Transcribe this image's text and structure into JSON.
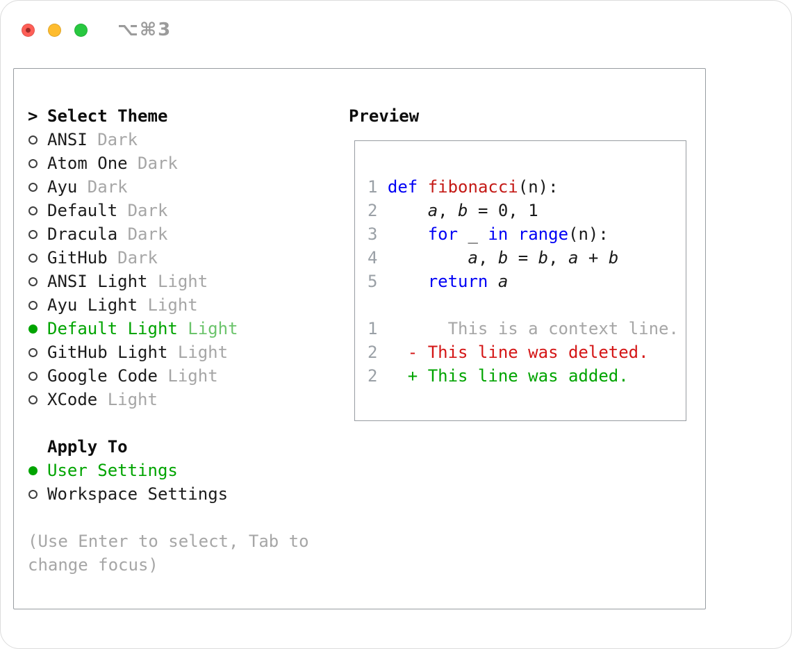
{
  "titlebar": {
    "shortcut": "⌥⌘3"
  },
  "theme_panel": {
    "header_prefix": ">",
    "header": "Select Theme",
    "themes": [
      {
        "name": "ANSI",
        "variant": "Dark",
        "selected": false
      },
      {
        "name": "Atom One",
        "variant": "Dark",
        "selected": false
      },
      {
        "name": "Ayu",
        "variant": "Dark",
        "selected": false
      },
      {
        "name": "Default",
        "variant": "Dark",
        "selected": false
      },
      {
        "name": "Dracula",
        "variant": "Dark",
        "selected": false
      },
      {
        "name": "GitHub",
        "variant": "Dark",
        "selected": false
      },
      {
        "name": "ANSI Light",
        "variant": "Light",
        "selected": false
      },
      {
        "name": "Ayu Light",
        "variant": "Light",
        "selected": false
      },
      {
        "name": "Default Light",
        "variant": "Light",
        "selected": true
      },
      {
        "name": "GitHub Light",
        "variant": "Light",
        "selected": false
      },
      {
        "name": "Google Code",
        "variant": "Light",
        "selected": false
      },
      {
        "name": "XCode",
        "variant": "Light",
        "selected": false
      }
    ],
    "apply_to_header": "Apply To",
    "apply_to_options": [
      {
        "label": "User Settings",
        "selected": true
      },
      {
        "label": "Workspace Settings",
        "selected": false
      }
    ],
    "hint": "(Use Enter to select, Tab to change focus)"
  },
  "preview": {
    "header": "Preview",
    "lines": [
      {
        "num": "1",
        "segments": [
          {
            "text": "def",
            "style": "keyword"
          },
          {
            "text": " ",
            "style": ""
          },
          {
            "text": "fibonacci",
            "style": "function"
          },
          {
            "text": "(n):",
            "style": ""
          }
        ]
      },
      {
        "num": "2",
        "segments": [
          {
            "text": "    ",
            "style": ""
          },
          {
            "text": "a",
            "style": "var"
          },
          {
            "text": ", ",
            "style": ""
          },
          {
            "text": "b",
            "style": "var"
          },
          {
            "text": " = 0, 1",
            "style": ""
          }
        ]
      },
      {
        "num": "3",
        "segments": [
          {
            "text": "    ",
            "style": ""
          },
          {
            "text": "for",
            "style": "keyword"
          },
          {
            "text": " _ ",
            "style": ""
          },
          {
            "text": "in",
            "style": "keyword"
          },
          {
            "text": " ",
            "style": ""
          },
          {
            "text": "range",
            "style": "keyword"
          },
          {
            "text": "(n):",
            "style": ""
          }
        ]
      },
      {
        "num": "4",
        "segments": [
          {
            "text": "        ",
            "style": ""
          },
          {
            "text": "a",
            "style": "var"
          },
          {
            "text": ", ",
            "style": ""
          },
          {
            "text": "b",
            "style": "var"
          },
          {
            "text": " = ",
            "style": ""
          },
          {
            "text": "b",
            "style": "var"
          },
          {
            "text": ", ",
            "style": ""
          },
          {
            "text": "a",
            "style": "var"
          },
          {
            "text": " + ",
            "style": ""
          },
          {
            "text": "b",
            "style": "var"
          }
        ]
      },
      {
        "num": "5",
        "segments": [
          {
            "text": "    ",
            "style": ""
          },
          {
            "text": "return",
            "style": "keyword"
          },
          {
            "text": " ",
            "style": ""
          },
          {
            "text": "a",
            "style": "var"
          }
        ]
      },
      {
        "num": "",
        "segments": []
      },
      {
        "num": "1",
        "segments": [
          {
            "text": "      This is a context line.",
            "style": "context"
          }
        ]
      },
      {
        "num": "2",
        "segments": [
          {
            "text": "  - This line was deleted.",
            "style": "deleted"
          }
        ]
      },
      {
        "num": "2",
        "segments": [
          {
            "text": "  + This line was added.",
            "style": "added"
          }
        ]
      }
    ]
  },
  "colors": {
    "accent_green": "#00a400",
    "accent_green_light": "#6cc46c",
    "keyword_blue": "#0000f5",
    "function_red": "#c41a16",
    "deleted_red": "#d41616",
    "context_gray": "#a6a6a6",
    "line_number_gray": "#9aa0a6",
    "muted_gray": "#a6a6a6",
    "traffic_red": "#ff5f57",
    "traffic_yellow": "#febc2e",
    "traffic_green": "#28c840"
  }
}
